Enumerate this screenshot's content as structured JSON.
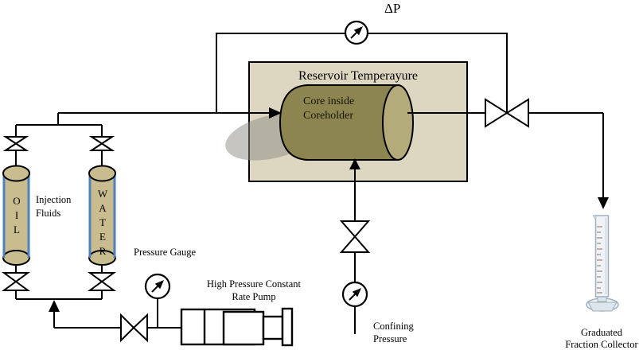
{
  "labels": {
    "delta_p": "ΔP",
    "reservoir_title": "Reservoir Temperayure",
    "core_line1": "Core inside",
    "core_line2": "Coreholder",
    "injection_line1": "Injection",
    "injection_line2": "Fluids",
    "oil": [
      "O",
      "I",
      "L"
    ],
    "water": [
      "W",
      "A",
      "T",
      "E",
      "R"
    ],
    "pressure_gauge": "Pressure Gauge",
    "pump_line1": "High Pressure Constant",
    "pump_line2": "Rate Pump",
    "confining_line1": "Confining",
    "confining_line2": "Pressure",
    "collector_line1": "Graduated",
    "collector_line2": "Fraction Collector"
  },
  "colors": {
    "line": "#000000",
    "reservoir_box_fill": "#ddd7c1",
    "coreholder_fill": "#8c854f",
    "coreholder_end_fill": "#b3ab79",
    "vessel_fill": "#c9bd8f",
    "vessel_edge_blue": "#4f81bd",
    "shadow_gray": "#8e8c84",
    "glass_fill": "#eff3f7",
    "glass_stroke": "#9fb0bd",
    "graduation_tick": "#9b6a52"
  }
}
